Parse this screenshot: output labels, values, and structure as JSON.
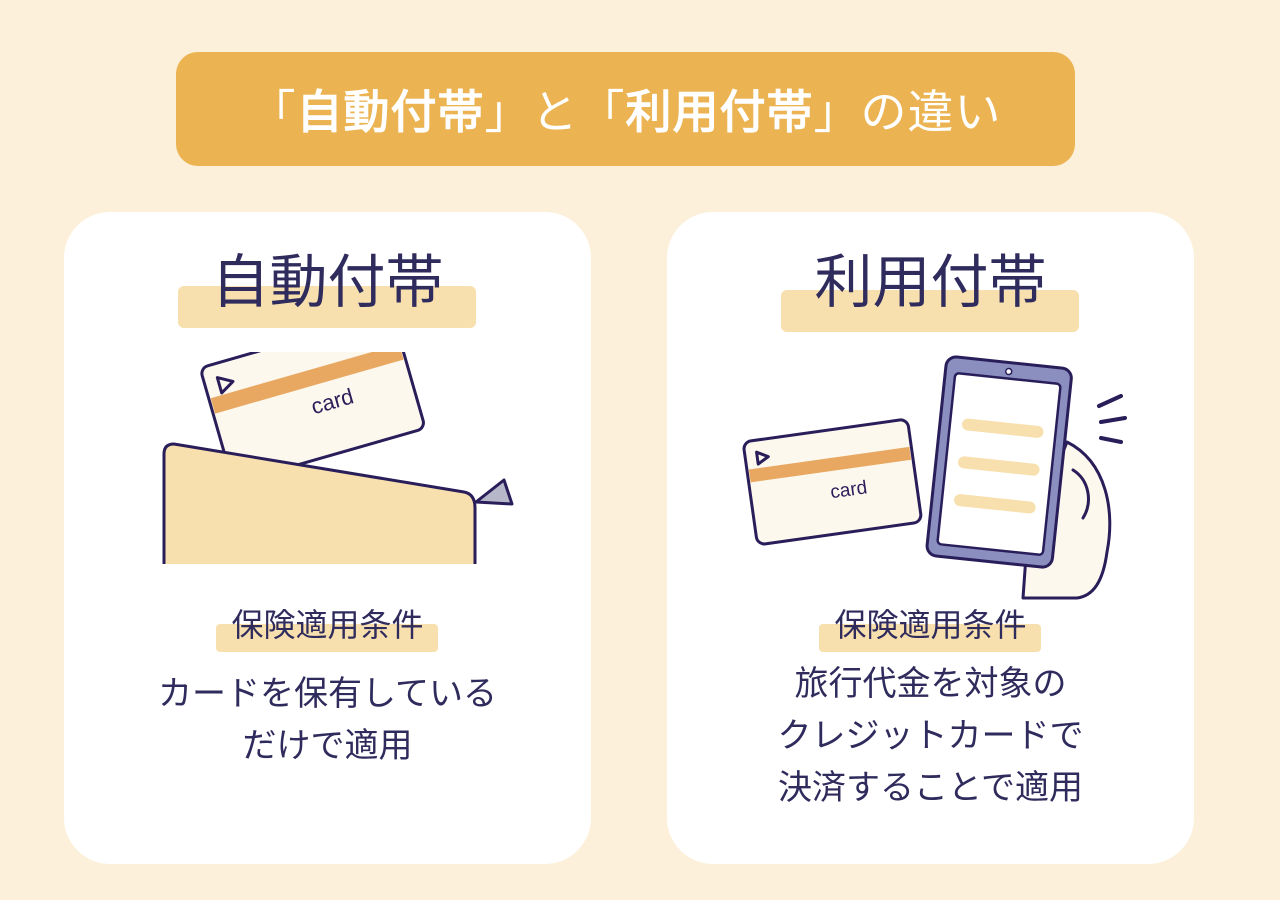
{
  "header": {
    "open1": "「",
    "kw1": "自動付帯",
    "close1": "」",
    "to": "と",
    "open2": "「",
    "kw2": "利用付帯",
    "close2": "」",
    "suffix": "の違い"
  },
  "left_panel": {
    "title": "自動付帯",
    "card_text": "card",
    "condition_label": "保険適用条件",
    "description_lines": [
      "カードを保有している",
      "だけで適用"
    ]
  },
  "right_panel": {
    "title": "利用付帯",
    "card_text": "card",
    "condition_label": "保険適用条件",
    "description_lines": [
      "旅行代金を対象の",
      "クレジットカードで",
      "決済することで適用"
    ]
  },
  "colors": {
    "background": "#fdf0da",
    "header": "#ebb351",
    "highlight": "#f7e0ae",
    "text": "#2f2b5c",
    "stripe": "#e8a862",
    "phone": "#8a8fc0"
  }
}
